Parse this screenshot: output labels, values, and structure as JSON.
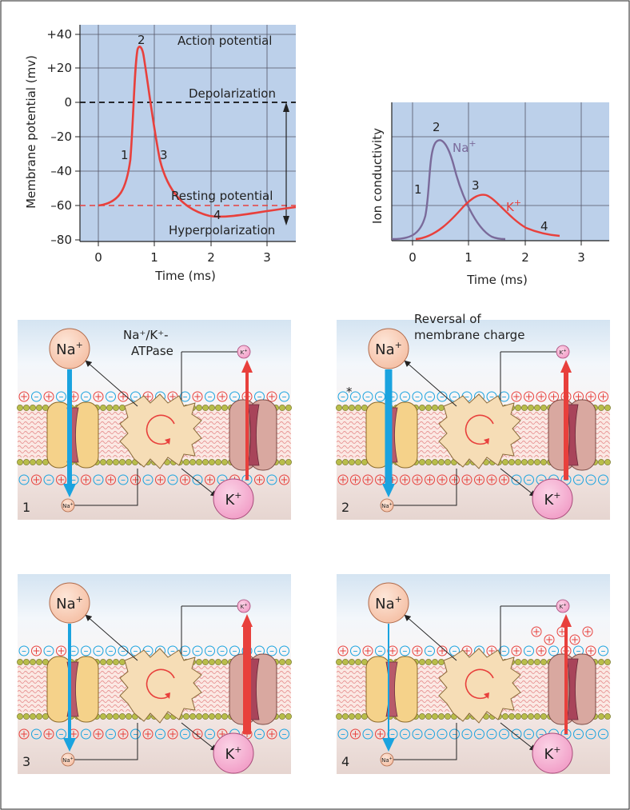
{
  "graph_potential": {
    "ylabel": "Membrane potential (mv)",
    "xlabel": "Time (ms)",
    "y_ticks": [
      "+40",
      "+20",
      "0",
      "–20",
      "–40",
      "–60",
      "–80"
    ],
    "x_ticks": [
      "0",
      "1",
      "2",
      "3"
    ],
    "labels": {
      "action_potential": "Action potential",
      "depolarization": "Depolarization",
      "resting_potential": "Resting potential",
      "hyperpolarization": "Hyperpolarization"
    },
    "phase_numbers": [
      "1",
      "2",
      "3",
      "4"
    ],
    "trace_color": "#e8403c"
  },
  "graph_conductivity": {
    "ylabel": "Ion conductivity",
    "xlabel": "Time (ms)",
    "x_ticks": [
      "0",
      "1",
      "2",
      "3"
    ],
    "na_label": "Na",
    "k_label": "K",
    "phase_numbers": [
      "1",
      "2",
      "3",
      "4"
    ],
    "na_color": "#7a6a9a",
    "k_color": "#e8403c"
  },
  "membrane_panels": {
    "na_ion": "Na",
    "k_ion": "K",
    "superscript_plus": "+",
    "pump_label_line1": "Na⁺/K⁺-",
    "pump_label_line2": "ATPase",
    "reversal_label_line1": "Reversal of",
    "reversal_label_line2": "membrane charge",
    "asterisk": "*",
    "panel_numbers": [
      "1",
      "2",
      "3",
      "4"
    ],
    "plus_sign": "+",
    "minus_sign": "–",
    "colors": {
      "na_arrow": "#1aa3df",
      "k_arrow": "#e8403c",
      "plus_charge": "#e8403c",
      "minus_charge": "#1aa3df"
    }
  }
}
